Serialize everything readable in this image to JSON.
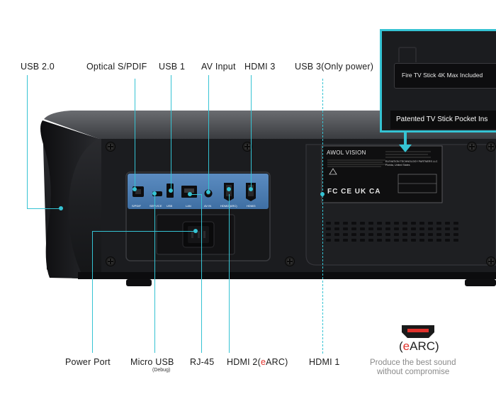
{
  "labels": {
    "usb20": "USB 2.0",
    "optical": "Optical S/PDIF",
    "usb1": "USB 1",
    "av_input": "AV Input",
    "hdmi3": "HDMI 3",
    "usb3": "USB 3(Only power)",
    "power_port": "Power Port",
    "micro_usb": "Micro USB",
    "micro_usb_sub": "(Debug)",
    "rj45": "RJ-45",
    "hdmi2_prefix": "HDMI 2(",
    "hdmi2_e": "e",
    "hdmi2_suffix": "ARC)",
    "hdmi1": "HDMI 1"
  },
  "panel_port_labels": [
    "S/PDIF",
    "SERVICE",
    "USB",
    "LAN",
    "AV IN",
    "HDMI2(ARC)",
    "HDMI3"
  ],
  "inset": {
    "fire_tv": "Fire TV Stick 4K Max Included",
    "pocket": "Patented TV Stick Pocket Ins"
  },
  "sticker": {
    "brand": "AWOL VISION",
    "company": "ELEVATION TECHNOLOGY PARTNERS LLC",
    "location": "Florida, United States",
    "cert_marks": "FC CE UK CA"
  },
  "earc": {
    "badge_e": "e",
    "badge_rest": "ARC)",
    "badge_open": "(",
    "tagline_1": "Produce the best sound",
    "tagline_2": "without compromise"
  },
  "colors": {
    "accent": "#35c3d3",
    "earc_red": "#e0312b",
    "port_panel": "#4d7fb5"
  }
}
